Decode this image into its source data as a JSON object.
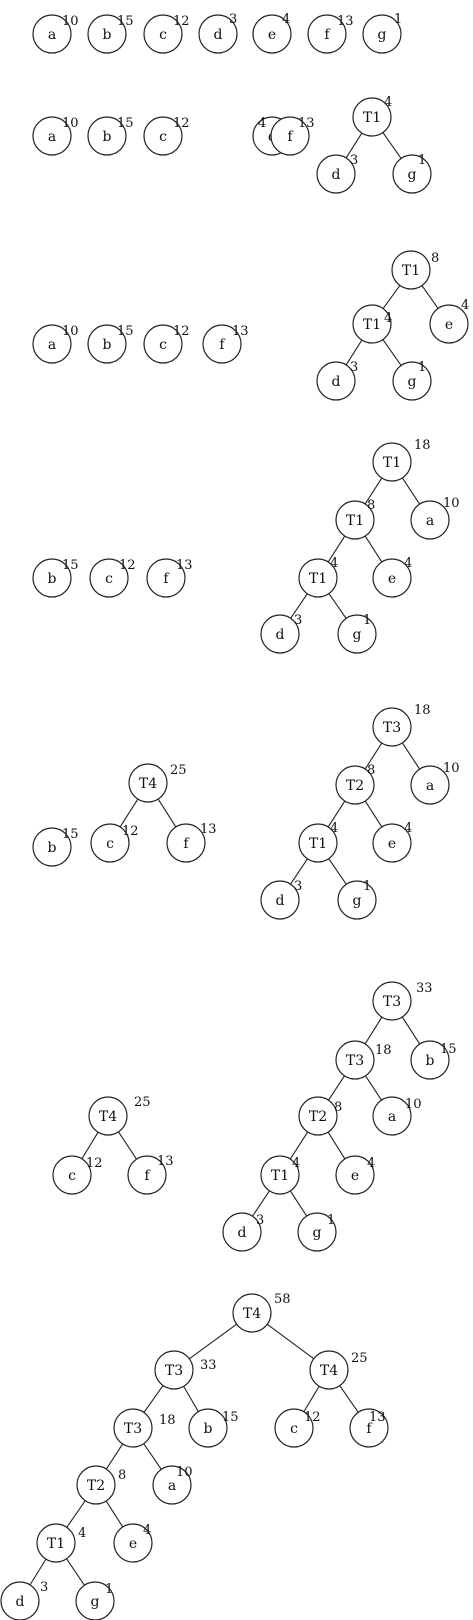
{
  "steps": [
    {
      "nodes": [
        {
          "id": "a",
          "label": "a",
          "weight": "10"
        },
        {
          "id": "b",
          "label": "b",
          "weight": "15"
        },
        {
          "id": "c",
          "label": "c",
          "weight": "12"
        },
        {
          "id": "d",
          "label": "d",
          "weight": "3"
        },
        {
          "id": "e",
          "label": "e",
          "weight": "4"
        },
        {
          "id": "f",
          "label": "f",
          "weight": "13"
        },
        {
          "id": "g",
          "label": "g",
          "weight": "1"
        }
      ],
      "edges": []
    },
    {
      "nodes": [
        {
          "id": "a",
          "label": "a",
          "weight": "10"
        },
        {
          "id": "b",
          "label": "b",
          "weight": "15"
        },
        {
          "id": "c",
          "label": "c",
          "weight": "12"
        },
        {
          "id": "e",
          "label": "e",
          "weight": "4"
        },
        {
          "id": "f",
          "label": "f",
          "weight": "13"
        },
        {
          "id": "t1",
          "label": "T1",
          "weight": "4"
        },
        {
          "id": "d",
          "label": "d",
          "weight": "3"
        },
        {
          "id": "g",
          "label": "g",
          "weight": "1"
        }
      ],
      "edges": [
        [
          "t1",
          "d"
        ],
        [
          "t1",
          "g"
        ]
      ]
    },
    {
      "nodes": [
        {
          "id": "a",
          "label": "a",
          "weight": "10"
        },
        {
          "id": "b",
          "label": "b",
          "weight": "15"
        },
        {
          "id": "c",
          "label": "c",
          "weight": "12"
        },
        {
          "id": "f",
          "label": "f",
          "weight": "13"
        },
        {
          "id": "t1top",
          "label": "T1",
          "weight": "8"
        },
        {
          "id": "t1",
          "label": "T1",
          "weight": "4"
        },
        {
          "id": "e",
          "label": "e",
          "weight": "4"
        },
        {
          "id": "d",
          "label": "d",
          "weight": "3"
        },
        {
          "id": "g",
          "label": "g",
          "weight": "1"
        }
      ],
      "edges": [
        [
          "t1top",
          "t1"
        ],
        [
          "t1top",
          "e"
        ],
        [
          "t1",
          "d"
        ],
        [
          "t1",
          "g"
        ]
      ]
    },
    {
      "nodes": [
        {
          "id": "b",
          "label": "b",
          "weight": "15"
        },
        {
          "id": "c",
          "label": "c",
          "weight": "12"
        },
        {
          "id": "f",
          "label": "f",
          "weight": "13"
        },
        {
          "id": "r",
          "label": "T1",
          "weight": "18"
        },
        {
          "id": "m",
          "label": "T1",
          "weight": "8"
        },
        {
          "id": "a",
          "label": "a",
          "weight": "10"
        },
        {
          "id": "t1",
          "label": "T1",
          "weight": "4"
        },
        {
          "id": "e",
          "label": "e",
          "weight": "4"
        },
        {
          "id": "d",
          "label": "d",
          "weight": "3"
        },
        {
          "id": "g",
          "label": "g",
          "weight": "1"
        }
      ],
      "edges": [
        [
          "r",
          "m"
        ],
        [
          "r",
          "a"
        ],
        [
          "m",
          "t1"
        ],
        [
          "m",
          "e"
        ],
        [
          "t1",
          "d"
        ],
        [
          "t1",
          "g"
        ]
      ]
    },
    {
      "nodes": [
        {
          "id": "b",
          "label": "b",
          "weight": "15"
        },
        {
          "id": "t4",
          "label": "T4",
          "weight": "25"
        },
        {
          "id": "c",
          "label": "c",
          "weight": "12"
        },
        {
          "id": "f",
          "label": "f",
          "weight": "13"
        },
        {
          "id": "t3",
          "label": "T3",
          "weight": "18"
        },
        {
          "id": "t2",
          "label": "T2",
          "weight": "8"
        },
        {
          "id": "a",
          "label": "a",
          "weight": "10"
        },
        {
          "id": "t1",
          "label": "T1",
          "weight": "4"
        },
        {
          "id": "e",
          "label": "e",
          "weight": "4"
        },
        {
          "id": "d",
          "label": "d",
          "weight": "3"
        },
        {
          "id": "g",
          "label": "g",
          "weight": "1"
        }
      ],
      "edges": [
        [
          "t4",
          "c"
        ],
        [
          "t4",
          "f"
        ],
        [
          "t3",
          "t2"
        ],
        [
          "t3",
          "a"
        ],
        [
          "t2",
          "t1"
        ],
        [
          "t2",
          "e"
        ],
        [
          "t1",
          "d"
        ],
        [
          "t1",
          "g"
        ]
      ]
    },
    {
      "nodes": [
        {
          "id": "t4",
          "label": "T4",
          "weight": "25"
        },
        {
          "id": "c",
          "label": "c",
          "weight": "12"
        },
        {
          "id": "f",
          "label": "f",
          "weight": "13"
        },
        {
          "id": "t3top",
          "label": "T3",
          "weight": "33"
        },
        {
          "id": "t3",
          "label": "T3",
          "weight": "18"
        },
        {
          "id": "b",
          "label": "b",
          "weight": "15"
        },
        {
          "id": "t2",
          "label": "T2",
          "weight": "8"
        },
        {
          "id": "a",
          "label": "a",
          "weight": "10"
        },
        {
          "id": "t1",
          "label": "T1",
          "weight": "4"
        },
        {
          "id": "e",
          "label": "e",
          "weight": "4"
        },
        {
          "id": "d",
          "label": "d",
          "weight": "3"
        },
        {
          "id": "g",
          "label": "g",
          "weight": "1"
        }
      ],
      "edges": [
        [
          "t4",
          "c"
        ],
        [
          "t4",
          "f"
        ],
        [
          "t3top",
          "t3"
        ],
        [
          "t3top",
          "b"
        ],
        [
          "t3",
          "t2"
        ],
        [
          "t3",
          "a"
        ],
        [
          "t2",
          "t1"
        ],
        [
          "t2",
          "e"
        ],
        [
          "t1",
          "d"
        ],
        [
          "t1",
          "g"
        ]
      ]
    },
    {
      "nodes": [
        {
          "id": "root",
          "label": "T4",
          "weight": "58"
        },
        {
          "id": "t3top",
          "label": "T3",
          "weight": "33"
        },
        {
          "id": "t4",
          "label": "T4",
          "weight": "25"
        },
        {
          "id": "t3",
          "label": "T3",
          "weight": "18"
        },
        {
          "id": "b",
          "label": "b",
          "weight": "15"
        },
        {
          "id": "c",
          "label": "c",
          "weight": "12"
        },
        {
          "id": "f",
          "label": "f",
          "weight": "13"
        },
        {
          "id": "t2",
          "label": "T2",
          "weight": "8"
        },
        {
          "id": "a",
          "label": "a",
          "weight": "10"
        },
        {
          "id": "t1",
          "label": "T1",
          "weight": "4"
        },
        {
          "id": "e",
          "label": "e",
          "weight": "4"
        },
        {
          "id": "d",
          "label": "d",
          "weight": "3"
        },
        {
          "id": "g",
          "label": "g",
          "weight": "1"
        }
      ],
      "edges": [
        [
          "root",
          "t3top"
        ],
        [
          "root",
          "t4"
        ],
        [
          "t3top",
          "t3"
        ],
        [
          "t3top",
          "b"
        ],
        [
          "t4",
          "c"
        ],
        [
          "t4",
          "f"
        ],
        [
          "t3",
          "t2"
        ],
        [
          "t3",
          "a"
        ],
        [
          "t2",
          "t1"
        ],
        [
          "t2",
          "e"
        ],
        [
          "t1",
          "d"
        ],
        [
          "t1",
          "g"
        ]
      ]
    }
  ]
}
